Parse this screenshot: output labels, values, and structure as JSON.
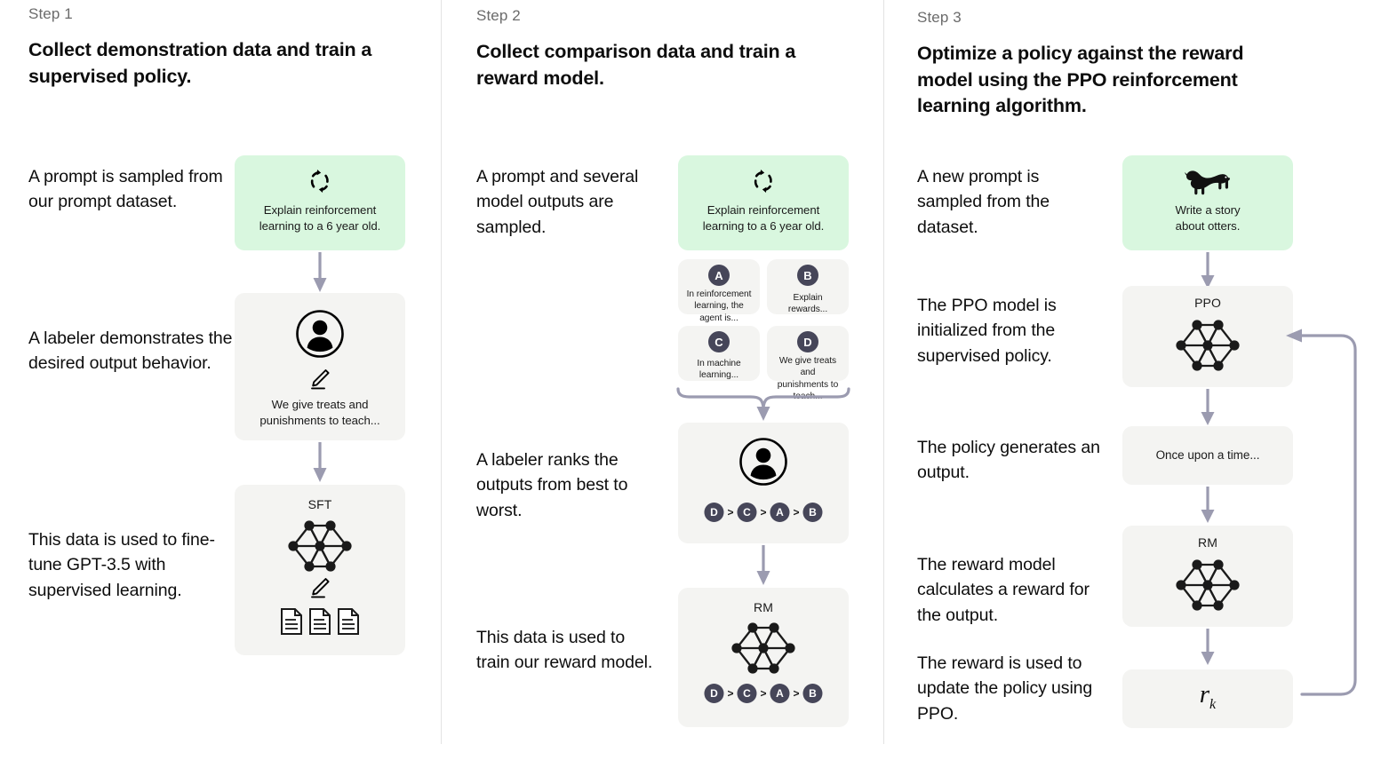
{
  "colors": {
    "prompt_box_green": "#d9f7df",
    "box_gray": "#f4f4f2",
    "arrow_purple": "#9b9bb0",
    "badge_slate": "#464659",
    "divider": "#e3e3e3",
    "kicker_gray": "#6b6b6b"
  },
  "columns": [
    {
      "kicker": "Step 1",
      "title": "Collect demonstration data and train a supervised policy.",
      "captions": [
        "A prompt is\nsampled from our\nprompt dataset.",
        "A labeler\ndemonstrates the\ndesired output\nbehavior.",
        "This data is used to\nfine-tune GPT-3.5\nwith supervised\nlearning."
      ],
      "prompt_box": {
        "icon": "refresh-loop-icon",
        "text": "Explain reinforcement\nlearning to a 6 year old."
      },
      "labeler_box": {
        "icons": [
          "person-circle-icon",
          "pencil-icon"
        ],
        "text": "We give treats and\npunishments to teach..."
      },
      "model_box": {
        "label": "SFT",
        "icons": [
          "neural-network-icon",
          "pencil-icon",
          "document-icon",
          "document-icon",
          "document-icon"
        ]
      }
    },
    {
      "kicker": "Step 2",
      "title": "Collect comparison data and train a reward model.",
      "captions": [
        "A prompt and\nseveral model\noutputs are\nsampled.",
        "A labeler ranks the\noutputs from best\nto worst.",
        "This data is used\nto train our\nreward model."
      ],
      "prompt_box": {
        "icon": "refresh-loop-icon",
        "text": "Explain reinforcement\nlearning to a 6 year old."
      },
      "options": [
        {
          "badge": "A",
          "text": "In reinforcement\nlearning, the\nagent is..."
        },
        {
          "badge": "B",
          "text": "Explain rewards..."
        },
        {
          "badge": "C",
          "text": "In machine\nlearning..."
        },
        {
          "badge": "D",
          "text": "We give treats and\npunishments to\nteach..."
        }
      ],
      "rank_box": {
        "icon": "person-circle-icon",
        "ranking": [
          "D",
          "C",
          "A",
          "B"
        ],
        "separator": ">"
      },
      "rm_box": {
        "label": "RM",
        "icon": "neural-network-icon",
        "ranking": [
          "D",
          "C",
          "A",
          "B"
        ],
        "separator": ">"
      }
    },
    {
      "kicker": "Step 3",
      "title": "Optimize a policy against the reward model using the PPO reinforcement learning algorithm.",
      "captions": [
        "A new prompt is\nsampled from\nthe dataset.",
        "The PPO model is\ninitialized from the\nsupervised policy.",
        "The policy generates\nan output.",
        "The reward model\ncalculates a reward\nfor the output.",
        "The reward is used\nto update the\npolicy using PPO."
      ],
      "prompt_box": {
        "icon": "otter-icon",
        "text": "Write a story\nabout otters."
      },
      "ppo_box": {
        "label": "PPO",
        "icon": "neural-network-icon"
      },
      "output_box": {
        "text": "Once upon a time..."
      },
      "rm_box": {
        "label": "RM",
        "icon": "neural-network-icon"
      },
      "reward_box": {
        "symbol": "r",
        "subscript": "k"
      }
    }
  ]
}
